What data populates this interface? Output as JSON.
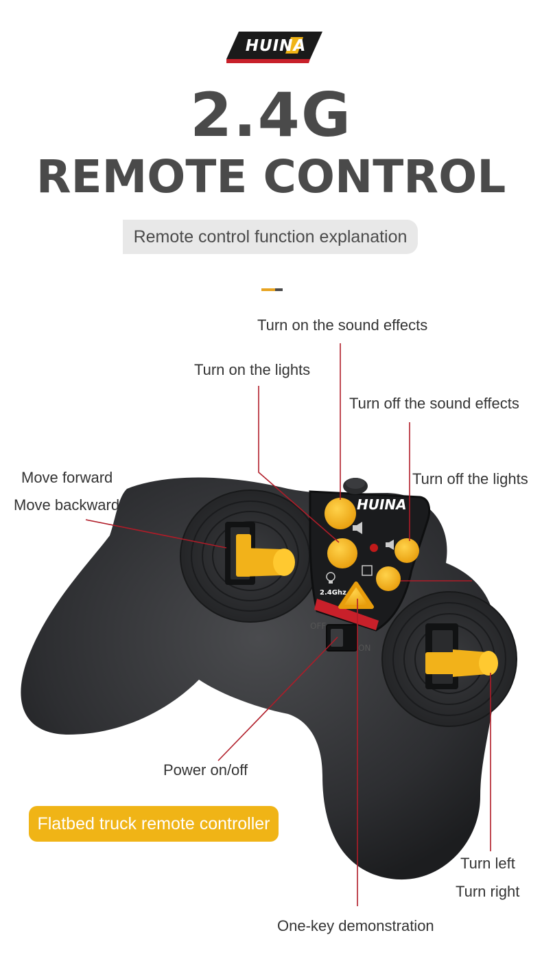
{
  "logo": {
    "text": "HUINA"
  },
  "header": {
    "title_line1": "2.4G",
    "title_line2": "REMOTE CONTROL",
    "subtitle": "Remote control function explanation"
  },
  "controller": {
    "brand_text": "HUINA",
    "freq_text": "2.4Ghz",
    "switch_off": "OFF",
    "switch_on": "ON"
  },
  "callouts": {
    "sound_on": "Turn on the sound effects",
    "lights_on": "Turn on the lights",
    "sound_off": "Turn off the sound effects",
    "lights_off": "Turn off the lights",
    "move_forward": "Move forward",
    "move_backward": "Move backward",
    "power": "Power on/off",
    "turn_left": "Turn left",
    "turn_right": "Turn right",
    "demo": "One-key demonstration"
  },
  "badge": {
    "text": "Flatbed truck remote controller"
  },
  "colors": {
    "accent_yellow": "#f0b416",
    "button_yellow": "#f2b21a",
    "leader_red": "#b01c28",
    "heading_gray": "#4a4a4a",
    "body_dark": "#2e2f31"
  }
}
